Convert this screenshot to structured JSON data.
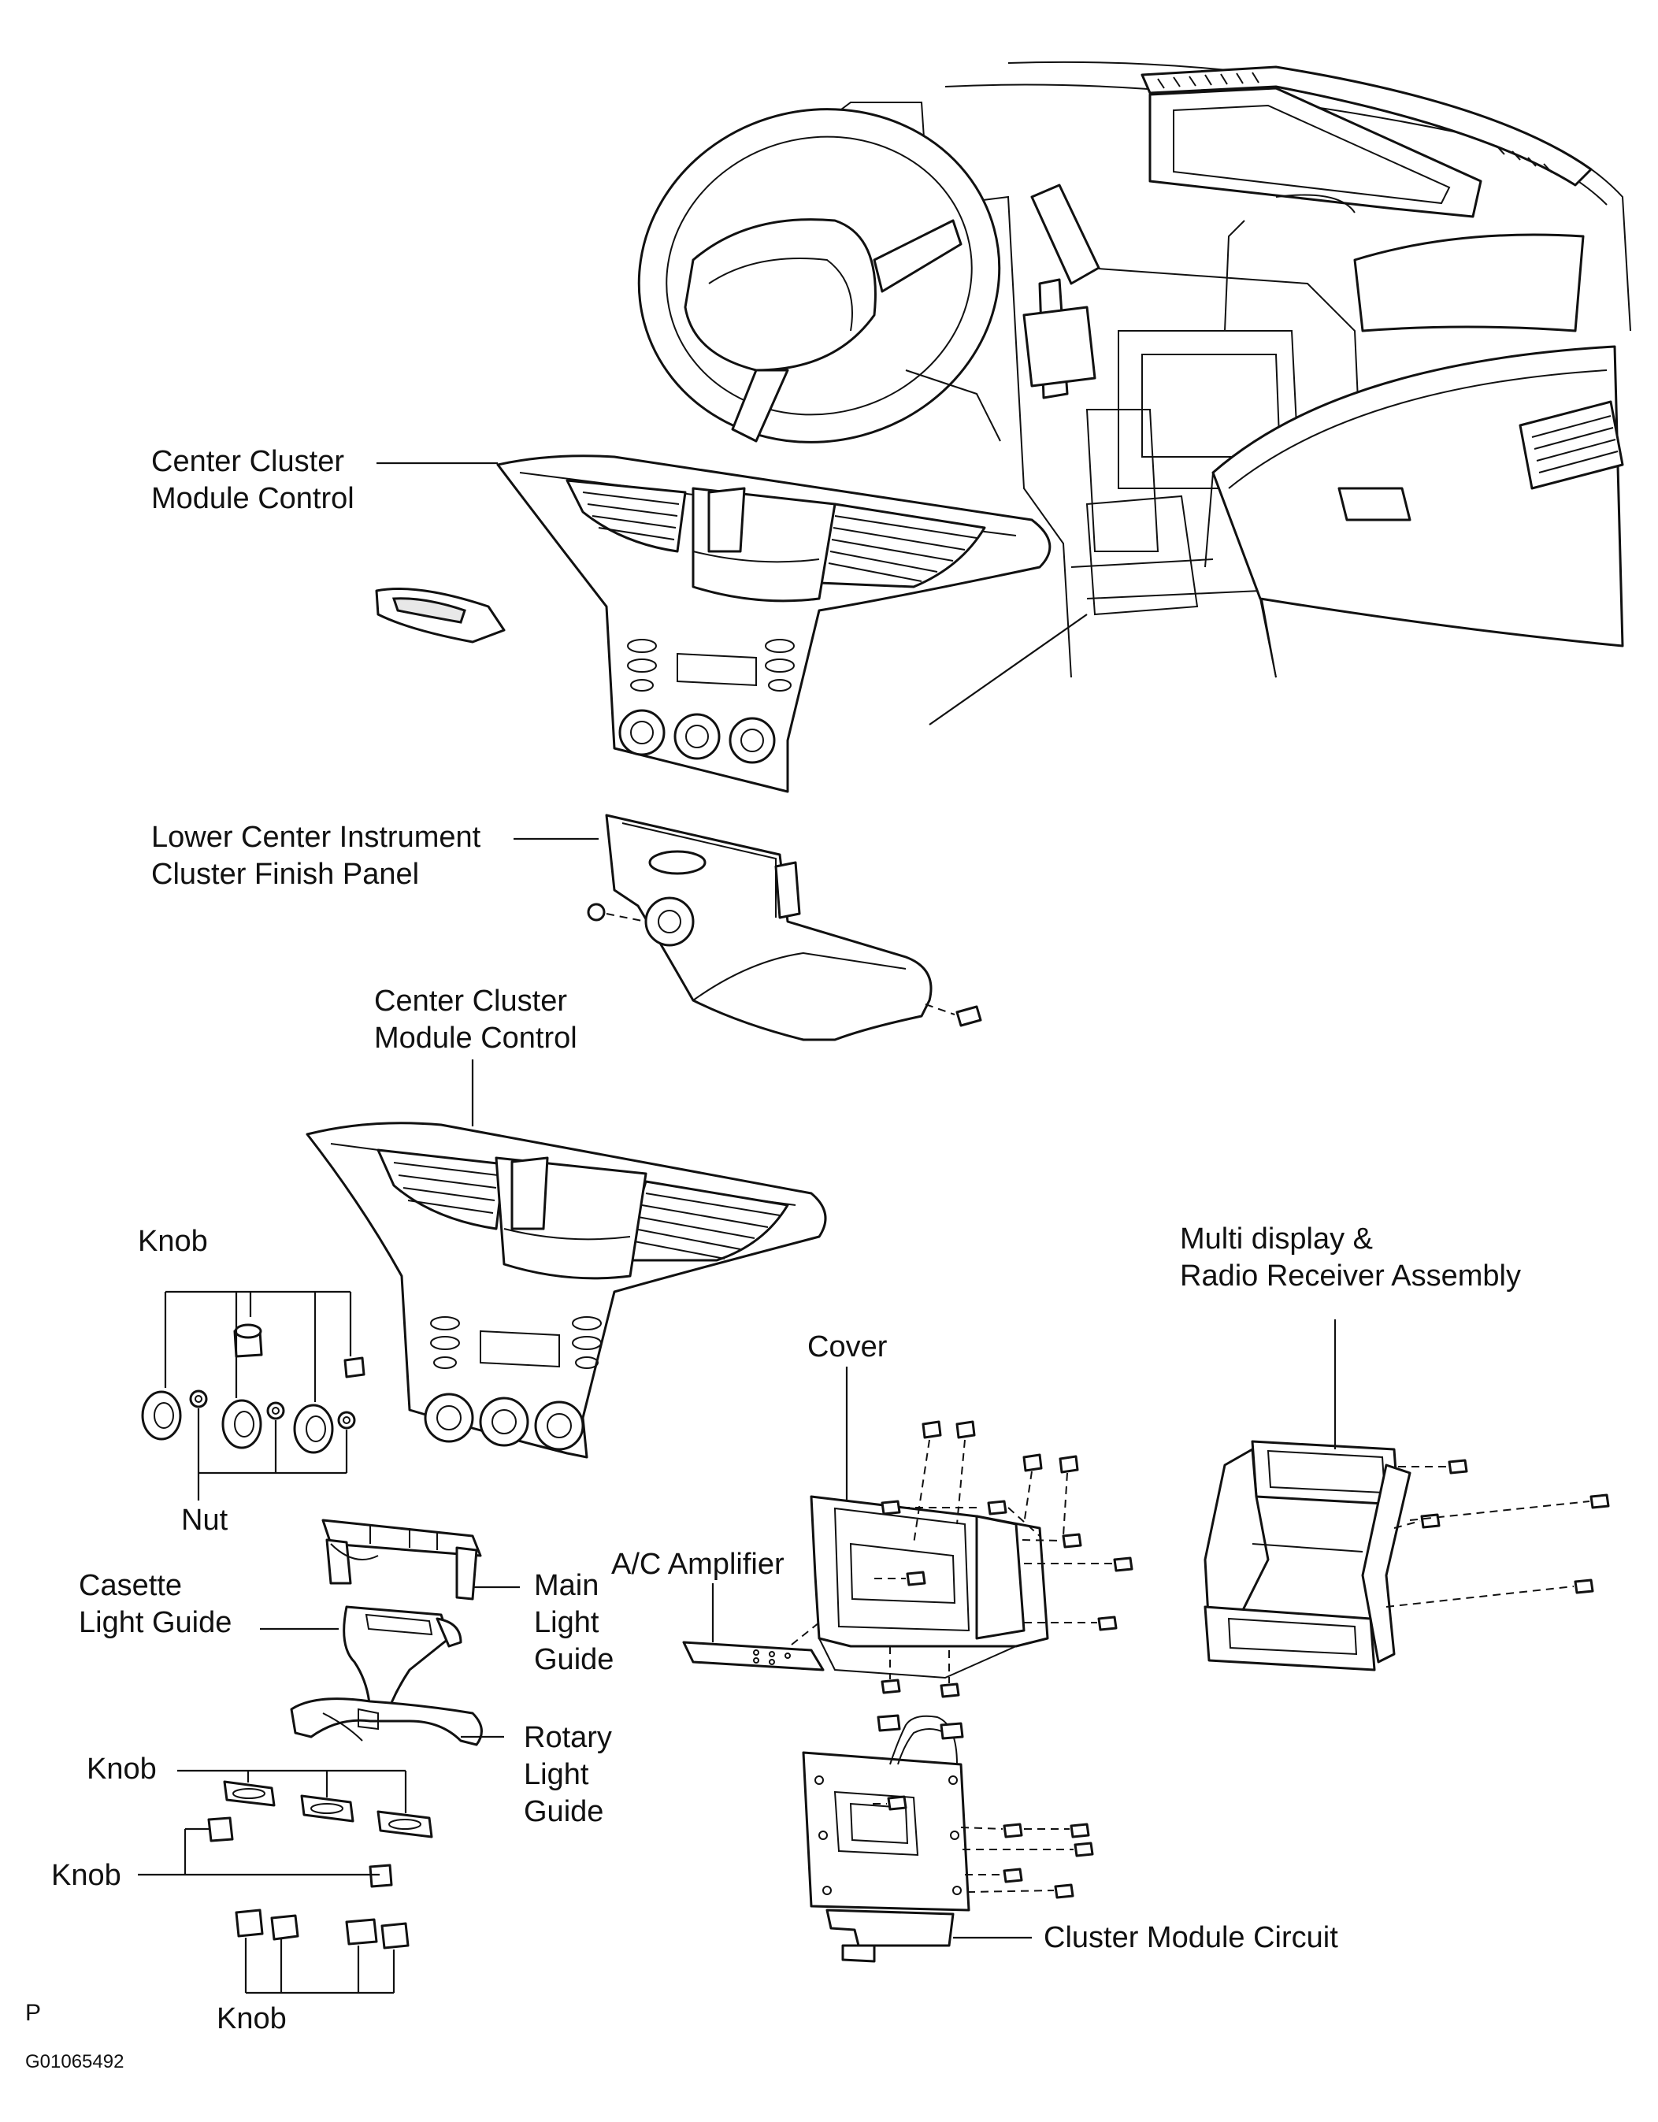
{
  "labels": {
    "center_cluster_top": [
      "Center Cluster",
      "Module Control"
    ],
    "lower_panel": [
      "Lower Center Instrument",
      "Cluster Finish Panel"
    ],
    "center_cluster_mid": [
      "Center Cluster",
      "Module Control"
    ],
    "knob_top": "Knob",
    "nut": "Nut",
    "casette_light_guide": [
      "Casette",
      "Light Guide"
    ],
    "main_light_guide": [
      "Main",
      "Light",
      "Guide"
    ],
    "rotary_light_guide": [
      "Rotary",
      "Light",
      "Guide"
    ],
    "knob_mid": "Knob",
    "knob_lower": "Knob",
    "knob_bottom": "Knob",
    "cover": "Cover",
    "ac_amplifier": "A/C Amplifier",
    "multi_display": [
      "Multi display &",
      "Radio Receiver Assembly"
    ],
    "cluster_module_circuit": "Cluster Module Circuit",
    "page_letter": "P",
    "figure_code": "G01065492"
  },
  "icons": [
    "dashboard-drawing",
    "steering-wheel-drawing",
    "bezel-drawing",
    "knob-drawing",
    "screw-drawing",
    "bracket-drawing",
    "circuit-board-drawing"
  ]
}
